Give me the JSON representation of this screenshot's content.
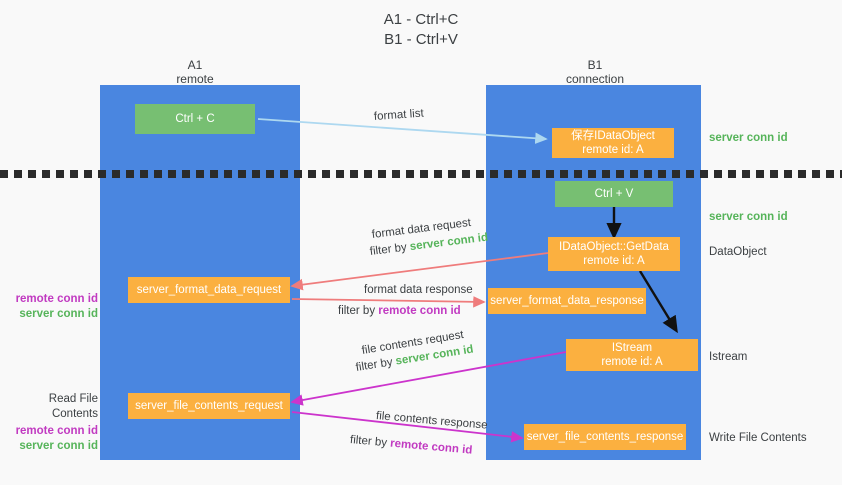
{
  "title": "A1 - Ctrl+C\nB1 - Ctrl+V",
  "colors": {
    "lane": "#4a86e0",
    "green_box": "#77bf72",
    "orange_box": "#fbb040",
    "server_conn": "#56b45a",
    "remote_conn": "#c13ac1",
    "format_list_arrow": "#add8f0",
    "format_data_arrow": "#ef7c7c",
    "file_contents_arrow": "#cc34cc",
    "internal_arrow": "#000000"
  },
  "columns": {
    "left": {
      "header": "A1\nremote"
    },
    "right": {
      "header": "B1\nconnection"
    }
  },
  "nodes": {
    "ctrl_c": "Ctrl + C",
    "save_idataobject": "保存IDataObject\nremote id: A",
    "ctrl_v": "Ctrl + V",
    "getdata": "IDataObject::GetData\nremote id: A",
    "istream": "IStream\nremote id: A",
    "server_format_data_request": "server_format_data_request",
    "server_format_data_response": "server_format_data_response",
    "server_file_contents_request": "server_file_contents_request",
    "server_file_contents_response": "server_file_contents_response"
  },
  "edges": {
    "format_list": "format list",
    "format_data_request": "format data request",
    "format_data_request_filter_prefix": "filter by ",
    "format_data_request_filter_key": "server conn id",
    "format_data_response": "format data response",
    "format_data_response_filter_prefix": "filter by ",
    "format_data_response_filter_key": "remote conn id",
    "file_contents_request": "file contents request",
    "file_contents_request_filter_prefix": "filter by ",
    "file_contents_request_filter_key": "server conn id",
    "file_contents_response": "file contents response",
    "file_contents_response_filter_prefix": "filter by ",
    "file_contents_response_filter_key": "remote conn id"
  },
  "annotations": {
    "right_server_conn_top": "server conn id",
    "right_server_conn_second": "server conn id",
    "right_dataobject": "DataObject",
    "right_istream": "Istream",
    "right_write_file_contents": "Write File Contents",
    "left_conn_ids_mid": "remote conn id\nserver conn id",
    "left_read_file_contents": "Read File Contents",
    "left_conn_ids_bottom": "remote conn id\nserver conn id"
  }
}
